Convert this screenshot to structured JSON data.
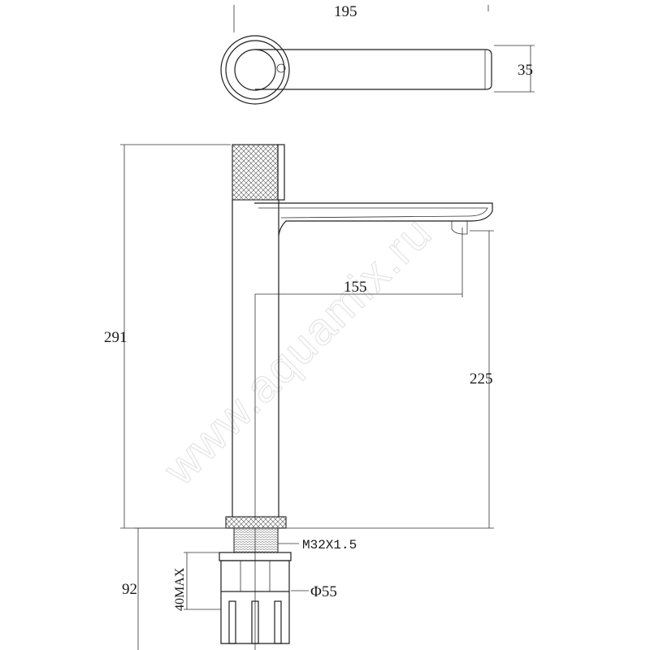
{
  "watermark": "www.aquamix.ru",
  "dimensions": {
    "top_length": "195",
    "handle_width": "35",
    "spout_reach": "155",
    "overall_height": "291",
    "spout_height": "225",
    "shank_length": "92",
    "thread": "M32X1.5",
    "deck_thickness": "40MAX",
    "nut_diameter": "Φ55"
  }
}
